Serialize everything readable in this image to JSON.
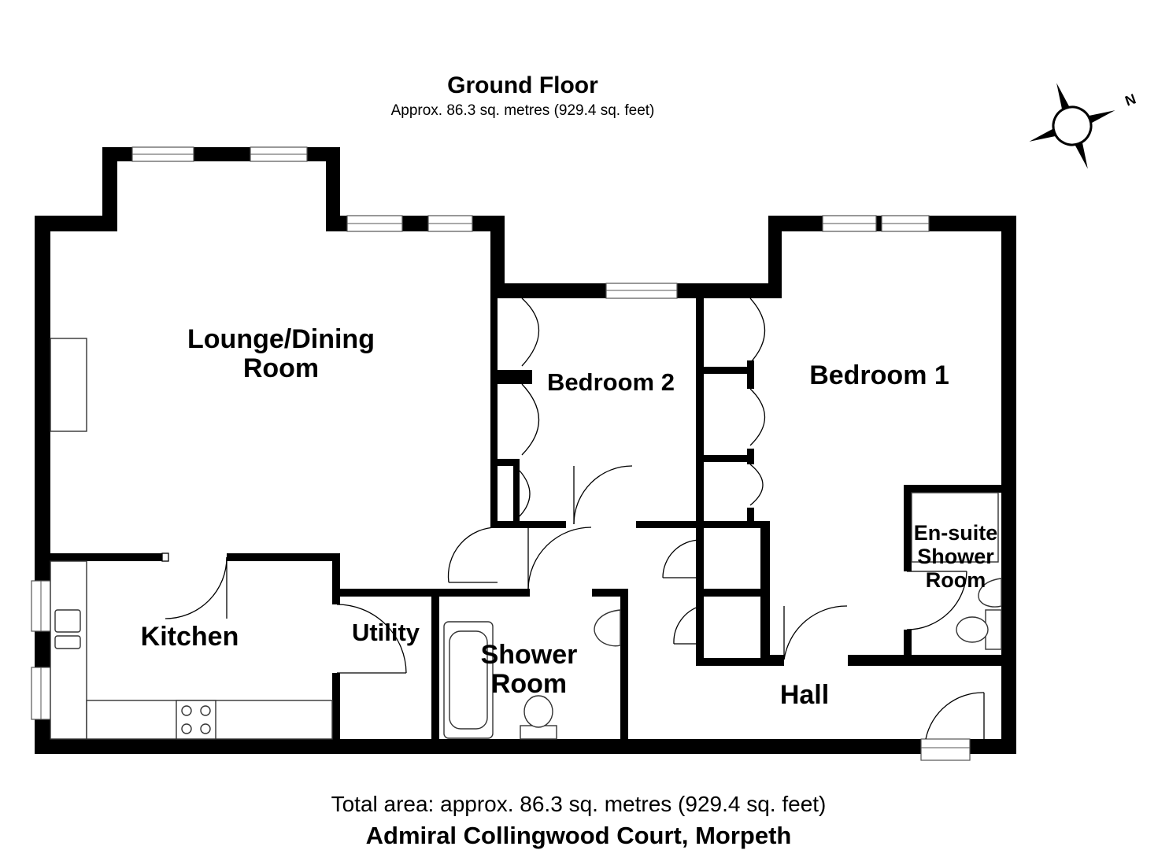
{
  "header": {
    "title": "Ground Floor",
    "subtitle": "Approx. 86.3 sq. metres (929.4 sq. feet)"
  },
  "compass": {
    "north_label": "N",
    "icon": "compass-rose-icon"
  },
  "rooms": {
    "lounge_line1": "Lounge/Dining",
    "lounge_line2": "Room",
    "bedroom2": "Bedroom 2",
    "bedroom1": "Bedroom 1",
    "ensuite_line1": "En-suite",
    "ensuite_line2": "Shower",
    "ensuite_line3": "Room",
    "kitchen": "Kitchen",
    "utility": "Utility",
    "shower_line1": "Shower",
    "shower_line2": "Room",
    "hall": "Hall"
  },
  "footer": {
    "total_area": "Total area: approx. 86.3 sq. metres (929.4 sq. feet)",
    "address": "Admiral Collingwood Court, Morpeth"
  },
  "colors": {
    "wall": "#000000",
    "background": "#ffffff"
  }
}
